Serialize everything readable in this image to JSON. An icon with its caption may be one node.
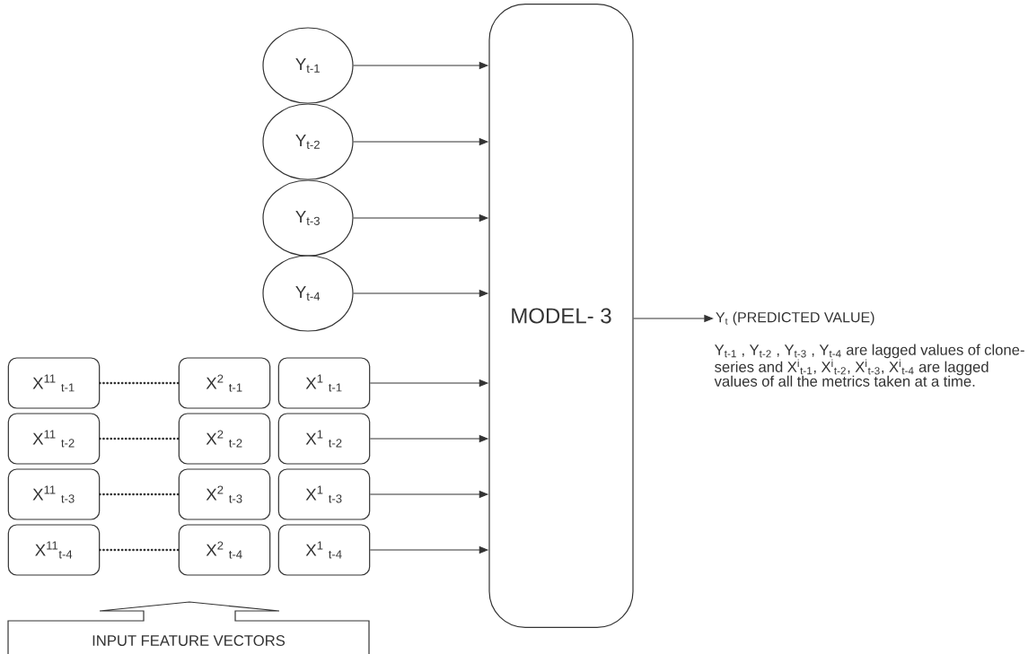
{
  "diagram": {
    "nodes": [
      {
        "text": [
          "Y$_{t-1}$"
        ]
      },
      {
        "text": [
          "Y$_{t-2}$"
        ]
      },
      {
        "text": [
          "Y$_{t-3}$"
        ]
      },
      {
        "text": [
          "Y$_{t-4}$"
        ]
      },
      {
        "text": [
          "MODEL- 3"
        ]
      },
      {
        "text": [
          "Y$_{t}$  (PREDICTED VALUE)"
        ]
      },
      {
        "text": [
          "X$^{11}$ $_{t-1}$"
        ]
      },
      {
        "text": [
          "X$^{2}$ $_{t-1}$"
        ]
      },
      {
        "text": [
          "X$^{1}$ $_{t-1}$"
        ]
      },
      {
        "text": [
          "X$^{11}$ $_{t-2}$"
        ]
      },
      {
        "text": [
          "X$^{2}$ $_{t-2}$"
        ]
      },
      {
        "text": [
          "X$^{1}$ $_{t-2}$"
        ]
      },
      {
        "text": [
          "X$^{11}$ $_{t-3}$"
        ]
      },
      {
        "text": [
          "X$^{2}$ $_{t-3}$"
        ]
      },
      {
        "text": [
          "X$^{1}$ $_{t-3}$"
        ]
      },
      {
        "text": [
          "X$^{11}$$_{t-4}$"
        ]
      },
      {
        "text": [
          "X$^{2}$ $_{t-4}$"
        ]
      },
      {
        "text": [
          "X$^{1}$ $_{t-4}$"
        ]
      },
      {
        "text": [
          "INPUT FEATURE VECTORS"
        ]
      }
    ],
    "edges": [
      {
        "from": 0,
        "to": 4,
        "arrow": "to"
      },
      {
        "from": 1,
        "to": 4,
        "arrow": "to"
      },
      {
        "from": 2,
        "to": 4,
        "arrow": "to"
      },
      {
        "from": 3,
        "to": 4,
        "arrow": "to"
      },
      {
        "from": 4,
        "to": 5,
        "arrow": "to"
      },
      {
        "from": 6,
        "to": 7,
        "arrow": "none",
        "style": "dashed"
      },
      {
        "from": 8,
        "to": 4,
        "arrow": "to"
      },
      {
        "from": 9,
        "to": 10,
        "arrow": "none",
        "style": "dashed"
      },
      {
        "from": 11,
        "to": 4,
        "arrow": "to"
      },
      {
        "from": 12,
        "to": 13,
        "arrow": "none",
        "style": "dashed"
      },
      {
        "from": 14,
        "to": 4,
        "arrow": "to"
      },
      {
        "from": 15,
        "to": 16,
        "arrow": "none",
        "style": "dashed"
      },
      {
        "from": 17,
        "to": 4,
        "arrow": "to"
      }
    ],
    "labels": [
      "Y$_{t-1}$ , Y$_{t-2}$ , Y$_{t-3}$ , Y$_{t-4}$   are lagged values of clone-series and X$^{i}$$_{t-1}$, X$^{i}$$_{t-2}$, X$^{i}$$_{t-3}$, X$^{i}$$_{t-4}$ are lagged values of all the metrics taken at a time."
    ]
  }
}
